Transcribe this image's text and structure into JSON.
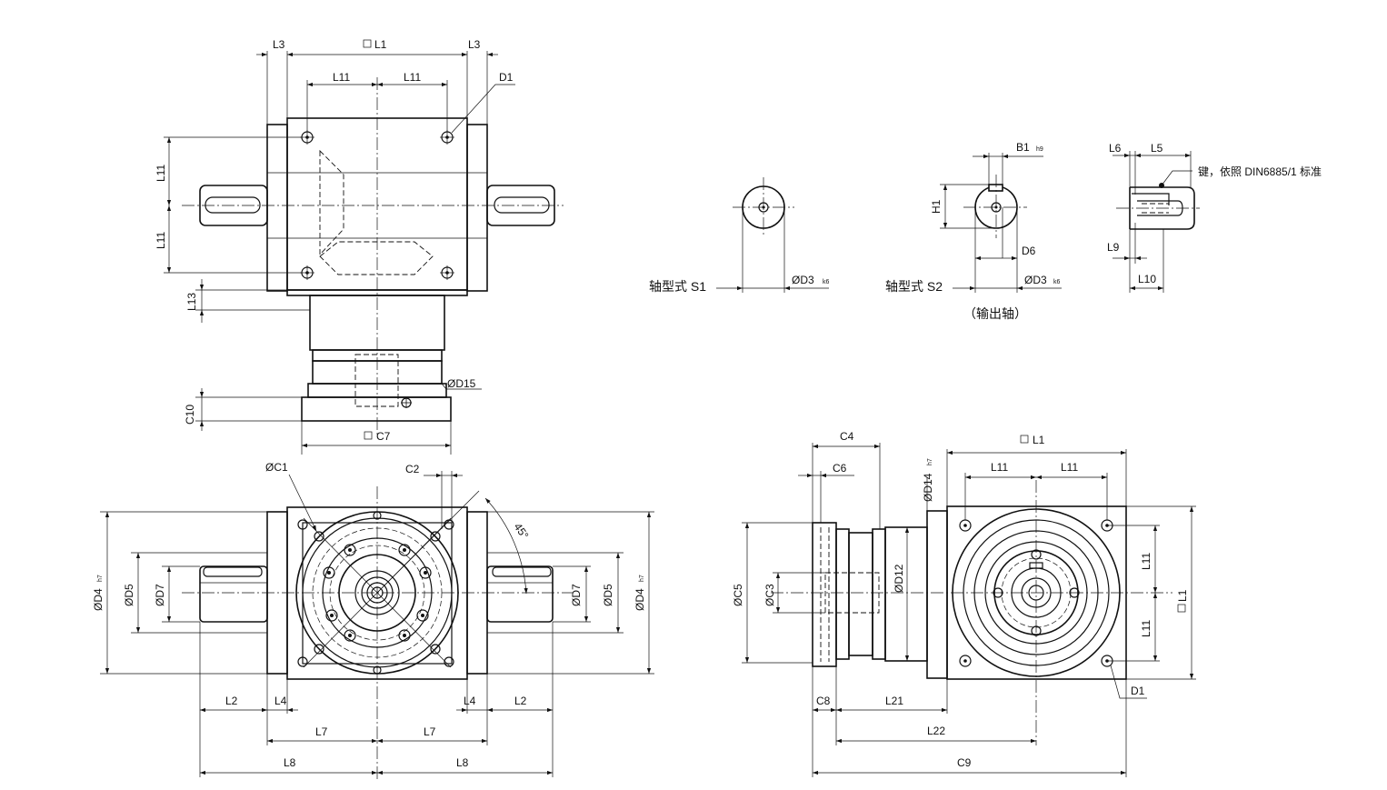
{
  "top_view": {
    "L1": "L1",
    "L3_left": "L3",
    "L3_right": "L3",
    "L11_h1": "L11",
    "L11_h2": "L11",
    "D1": "D1",
    "L11_v1": "L11",
    "L11_v2": "L11",
    "L13": "L13",
    "D15": "ØD15",
    "C10": "C10",
    "C7": "C7"
  },
  "front_view": {
    "C1": "ØC1",
    "C2": "C2",
    "angle": "45°",
    "D4_left": "ØD4",
    "D4_left_tol": "h7",
    "D5_left": "ØD5",
    "D7_left": "ØD7",
    "D7_right": "ØD7",
    "D5_right": "ØD5",
    "D4_right": "ØD4",
    "D4_right_tol": "h7",
    "L2_left": "L2",
    "L4_left": "L4",
    "L4_right": "L4",
    "L2_right": "L2",
    "L7_left": "L7",
    "L7_right": "L7",
    "L8_left": "L8",
    "L8_right": "L8"
  },
  "side_view": {
    "C4": "C4",
    "C6": "C6",
    "D14": "ØD14",
    "D14_tol": "h7",
    "L1": "L1",
    "L11_h1": "L11",
    "L11_h2": "L11",
    "C5": "ØC5",
    "C3": "ØC3",
    "D12": "ØD12",
    "L11_v1": "L11",
    "L11_v2": "L11",
    "L1_v": "L1",
    "D1": "D1",
    "C8": "C8",
    "L21": "L21",
    "L22": "L22",
    "C9": "C9"
  },
  "shaft_s1": {
    "name": "轴型式 S1",
    "D3": "ØD3",
    "D3_tol": "k6"
  },
  "shaft_s2": {
    "name": "轴型式 S2",
    "B1": "B1",
    "B1_tol": "h9",
    "H1": "H1",
    "D6": "D6",
    "D3": "ØD3",
    "D3_tol": "k6",
    "caption": "（输出轴）"
  },
  "key_detail": {
    "L6": "L6",
    "L5": "L5",
    "note": "键，依照 DIN6885/1 标准",
    "L9": "L9",
    "L10": "L10"
  }
}
